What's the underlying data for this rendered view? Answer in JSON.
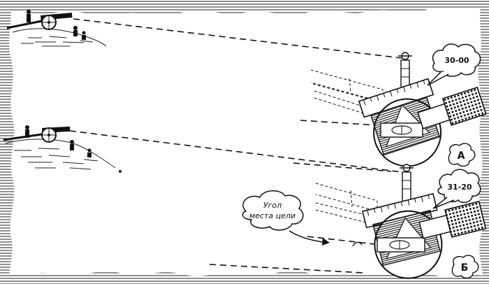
{
  "scene": {
    "panel_a": {
      "letter": "А",
      "callout_value": "30-00"
    },
    "panel_b": {
      "letter": "Б",
      "callout_value": "31-20",
      "annotation_line1": "Угол",
      "annotation_line2": "места цели"
    }
  }
}
